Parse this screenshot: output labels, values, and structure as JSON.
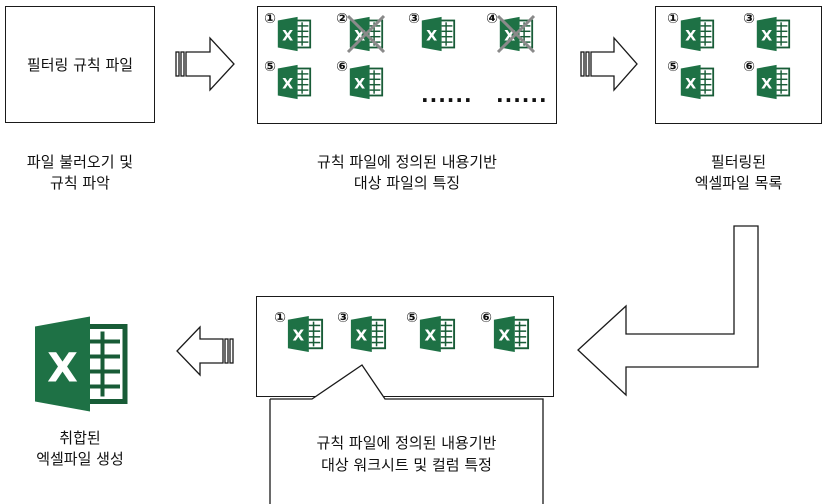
{
  "rules_box": {
    "label": "필터링 규칙 파일"
  },
  "captions": {
    "step1": [
      "파일 불러오기 및",
      "규칙 파악"
    ],
    "step2": [
      "규칙 파일에 정의된 내용기반",
      "대상 파일의 특징"
    ],
    "step3": [
      "필터링된",
      "엑셀파일 목록"
    ],
    "step4": [
      "규칙 파일에 정의된 내용기반",
      "대상 워크시트 및 컬럼 특정"
    ],
    "step5": [
      "취합된",
      "엑셀파일 생성"
    ]
  },
  "all_files": [
    {
      "num": "①",
      "excluded": false
    },
    {
      "num": "②",
      "excluded": true
    },
    {
      "num": "③",
      "excluded": false
    },
    {
      "num": "④",
      "excluded": true
    },
    {
      "num": "⑤",
      "excluded": false
    },
    {
      "num": "⑥",
      "excluded": false
    }
  ],
  "ellipsis": "......",
  "filtered_files": [
    "①",
    "③",
    "⑤",
    "⑥"
  ],
  "sheet_files": [
    "①",
    "③",
    "⑤",
    "⑥"
  ],
  "icon_glyph": "X",
  "colors": {
    "excel_green": "#1E7145",
    "excel_dark": "#185C37",
    "excel_light": "#21A366",
    "stroke": "#1a1a1a"
  },
  "icons": {
    "file": "excel-file-icon",
    "output": "excel-file-icon",
    "cross": "cross-mark-icon",
    "arrow": "block-arrow-icon"
  }
}
